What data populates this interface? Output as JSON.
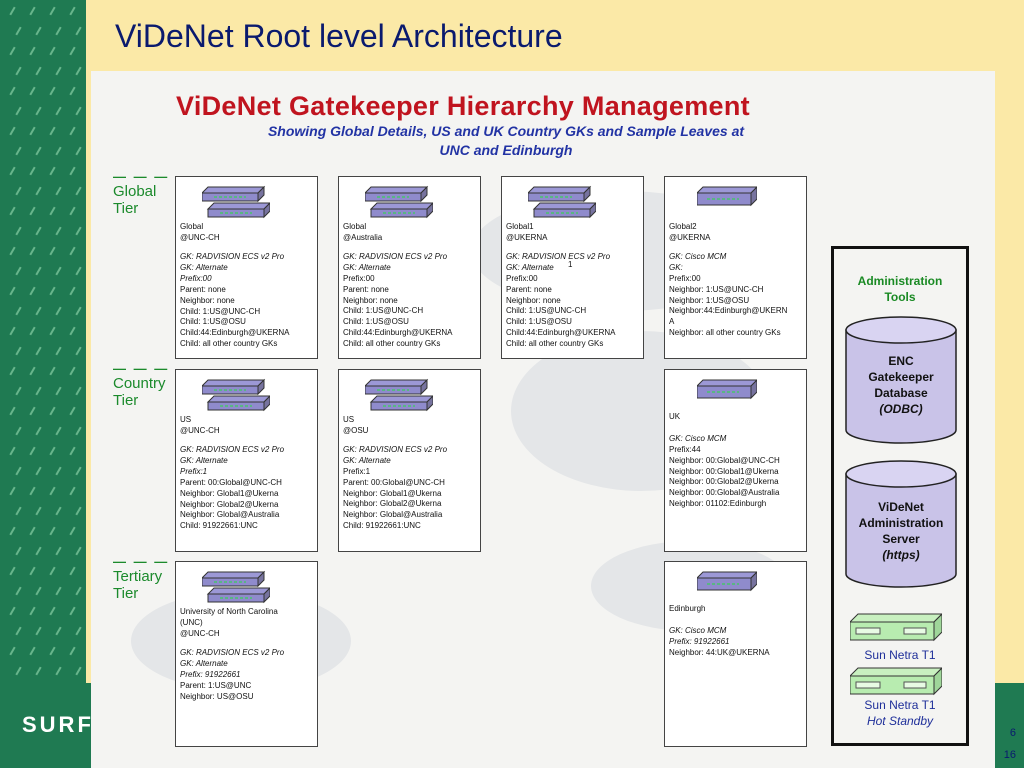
{
  "slide": {
    "title": "ViDeNet Root level Architecture",
    "logo_text": "SURF",
    "page_numbers": [
      "6",
      "16"
    ]
  },
  "diagram": {
    "title": "ViDeNet Gatekeeper Hierarchy Management",
    "subtitle_line1": "Showing Global Details, US and UK Country GKs and Sample Leaves at",
    "subtitle_line2": "UNC and Edinburgh",
    "tiers": [
      {
        "line1": "Global",
        "line2": "Tier"
      },
      {
        "line1": "Country",
        "line2": "Tier"
      },
      {
        "line1": "Tertiary",
        "line2": "Tier"
      }
    ],
    "boxes": [
      {
        "name": [
          "Global",
          "@UNC-CH"
        ],
        "gk": [
          "GK: RADVISION ECS v2 Pro",
          "GK: Alternate",
          "Prefix:00"
        ],
        "details": [
          "Parent: none",
          "Neighbor: none",
          "Child: 1:US@UNC-CH",
          "Child: 1:US@OSU",
          "Child:44:Edinburgh@UKERNA",
          "Child: all other country GKs"
        ]
      },
      {
        "name": [
          "Global",
          "@Australia"
        ],
        "gk": [
          "GK: RADVISION ECS v2 Pro",
          "GK: Alternate"
        ],
        "details": [
          "Prefix:00",
          "Parent: none",
          "Neighbor: none",
          "Child: 1:US@UNC-CH",
          "Child: 1:US@OSU",
          "Child:44:Edinburgh@UKERNA",
          "Child: all other country GKs"
        ]
      },
      {
        "name": [
          "Global1",
          "@UKERNA"
        ],
        "gk": [
          "GK: RADVISION ECS v2 Pro",
          "GK: Alternate"
        ],
        "details": [
          "Prefix:00",
          "Parent: none",
          "Neighbor: none",
          "Child: 1:US@UNC-CH",
          "Child: 1:US@OSU",
          "Child:44:Edinburgh@UKERNA",
          "Child: all other country GKs"
        ]
      },
      {
        "name": [
          "Global2",
          "@UKERNA"
        ],
        "gk": [
          "GK: Cisco MCM",
          "GK:"
        ],
        "details": [
          "Prefix:00",
          "Neighbor: 1:US@UNC-CH",
          "Neighbor: 1:US@OSU",
          "Neighbor:44:Edinburgh@UKERN",
          "A",
          "Neighbor: all other country GKs"
        ]
      },
      {
        "name": [
          "US",
          "@UNC-CH"
        ],
        "gk": [
          "GK: RADVISION ECS v2 Pro",
          "GK: Alternate",
          "Prefix:1"
        ],
        "details": [
          "Parent: 00:Global@UNC-CH",
          "Neighbor: Global1@Ukerna",
          "Neighbor: Global2@Ukerna",
          "Neighbor: Global@Australia",
          "Child: 91922661:UNC"
        ]
      },
      {
        "name": [
          "US",
          "@OSU"
        ],
        "gk": [
          "GK: RADVISION ECS v2 Pro",
          "GK: Alternate"
        ],
        "details": [
          "Prefix:1",
          "Parent: 00:Global@UNC-CH",
          "Neighbor: Global1@Ukerna",
          "Neighbor: Global2@Ukerna",
          "Neighbor: Global@Australia",
          "Child: 91922661:UNC"
        ]
      },
      {
        "name": [
          "UK"
        ],
        "gk": [
          "GK: Cisco MCM"
        ],
        "details": [
          "Prefix:44",
          "Neighbor: 00:Global@UNC-CH",
          "Neighbor: 00:Global1@Ukerna",
          "Neighbor: 00:Global2@Ukerna",
          "Neighbor: 00:Global@Australia",
          "Neighbor: 01102:Edinburgh"
        ]
      },
      {
        "name": [
          "University of North Carolina",
          "(UNC)",
          "@UNC-CH"
        ],
        "gk": [
          "GK: RADVISION ECS v2 Pro",
          "GK: Alternate",
          "Prefix: 91922661"
        ],
        "details": [
          "Parent: 1:US@UNC",
          "Neighbor: US@OSU"
        ]
      },
      {
        "name": [
          "Edinburgh"
        ],
        "gk": [
          "GK: Cisco MCM",
          "Prefix: 91922661"
        ],
        "details": [
          "Neighbor: 44:UK@UKERNA"
        ]
      }
    ],
    "footnote_mark": "1",
    "admin": {
      "title_line1": "Administration",
      "title_line2": "Tools",
      "db_lines": [
        "ENC",
        "Gatekeeper",
        "Database",
        "(ODBC)"
      ],
      "server_lines": [
        "ViDeNet",
        "Administration",
        "Server",
        "(https)"
      ],
      "sun1": "Sun Netra T1",
      "sun2_line1": "Sun Netra T1",
      "sun2_line2": "Hot Standby"
    }
  }
}
